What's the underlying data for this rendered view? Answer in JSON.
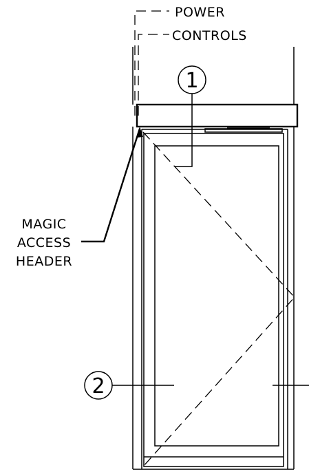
{
  "labels": {
    "power": "POWER",
    "controls": "CONTROLS",
    "header_line1": "MAGIC",
    "header_line2": "ACCESS",
    "header_line3": "HEADER"
  },
  "callouts": {
    "one": "1",
    "two": "2"
  }
}
